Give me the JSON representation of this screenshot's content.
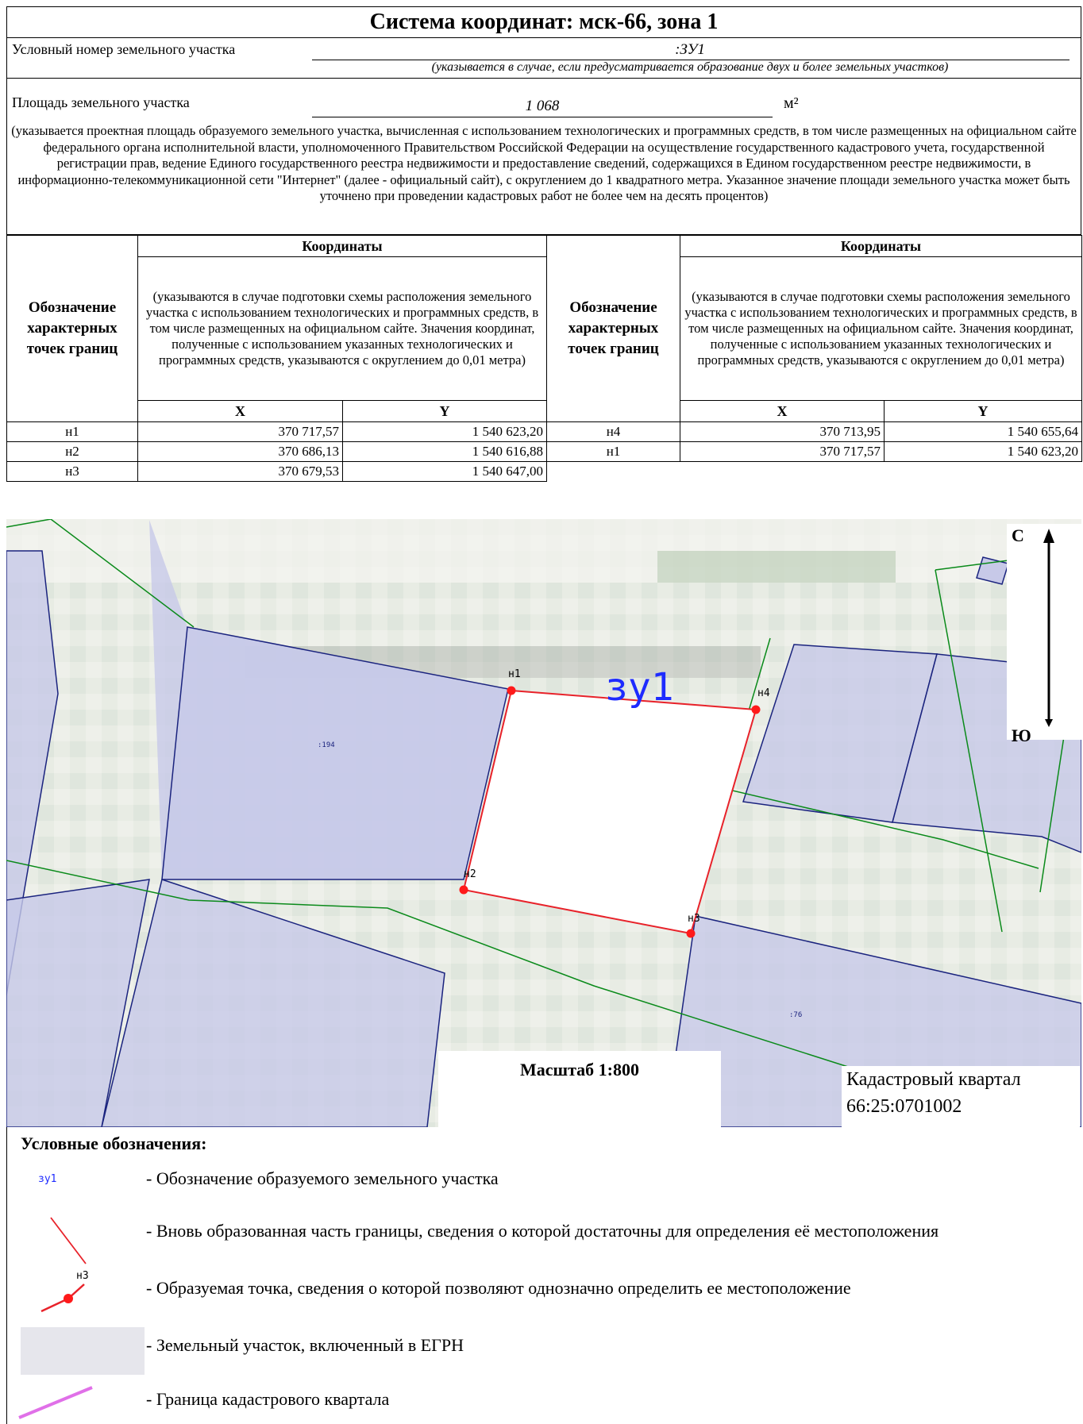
{
  "header": {
    "title": "Система координат: мск-66, зона  1",
    "conditional_number_label": "Условный номер земельного участка",
    "conditional_number_value": ":ЗУ1",
    "conditional_number_hint": "(указывается в случае, если предусматривается образование двух и более земельных участков)",
    "area_label": "Площадь земельного участка",
    "area_value": "1 068",
    "area_unit": "м²",
    "area_note": "(указывается проектная площадь образуемого земельного участка, вычисленная с использованием технологических и программных средств, в том числе размещенных на официальном сайте федерального органа исполнительной власти, уполномоченного Правительством Российской Федерации на осуществление государственного кадастрового учета, государственной регистрации прав, ведение Единого государственного реестра недвижимости и предоставление сведений, содержащихся в Едином государственном реестре недвижимости, в информационно-телекоммуникационной сети \"Интернет\" (далее - официальный сайт), с округлением до 1 квадратного метра. Указанное значение площади земельного участка может быть уточнено при проведении кадастровых работ не более чем на десять процентов)"
  },
  "table": {
    "point_header": "Обозначение характерных точек границ",
    "coords_header": "Координаты",
    "coords_desc": "(указываются в случае подготовки схемы расположения земельного участка с использованием технологических и программных средств, в том числе размещенных на официальном сайте. Значения координат, полученные с использованием указанных технологических и программных средств, указываются с округлением до 0,01 метра)",
    "x_label": "X",
    "y_label": "Y",
    "left_rows": [
      {
        "pt": "н1",
        "x": "370 717,57",
        "y": "1 540 623,20"
      },
      {
        "pt": "н2",
        "x": "370 686,13",
        "y": "1 540 616,88"
      },
      {
        "pt": "н3",
        "x": "370 679,53",
        "y": "1 540 647,00"
      }
    ],
    "right_rows": [
      {
        "pt": "н4",
        "x": "370 713,95",
        "y": "1 540 655,64"
      },
      {
        "pt": "н1",
        "x": "370 717,57",
        "y": "1 540 623,20"
      }
    ]
  },
  "map": {
    "compass_north": "С",
    "compass_south": "Ю",
    "zu_label": "зу1",
    "parcel_label_194": ":194",
    "parcel_label_76": ":76",
    "point_labels": [
      "н1",
      "н2",
      "н3",
      "н4"
    ],
    "scale": "Масштаб 1:800",
    "cadastral_quarter_label": "Кадастровый квартал",
    "cadastral_quarter_number": "66:25:0701002",
    "colors": {
      "new_boundary": "#e8222a",
      "point": "#ff1a1a",
      "egrn_parcel_fill": "#c7c9e8",
      "egrn_parcel_border": "#1a237e",
      "quarter_border": "#0a8a1a",
      "zu_label": "#1e2bff"
    }
  },
  "legend": {
    "title": "Условные обозначения:",
    "items": [
      {
        "symbol": "зу1",
        "text": "- Обозначение образуемого земельного участка"
      },
      {
        "symbol": "red-line-icon",
        "text": "- Вновь образованная часть границы, сведения о которой достаточны для определения её местоположения"
      },
      {
        "symbol": "н3",
        "text": "- Образуемая точка, сведения о которой позволяют однозначно определить ее местоположение"
      },
      {
        "symbol": "parcel-fill-icon",
        "text": "- Земельный участок, включенный в ЕГРН"
      },
      {
        "symbol": "magenta-line-icon",
        "text": "- Граница кадастрового квартала"
      }
    ]
  }
}
